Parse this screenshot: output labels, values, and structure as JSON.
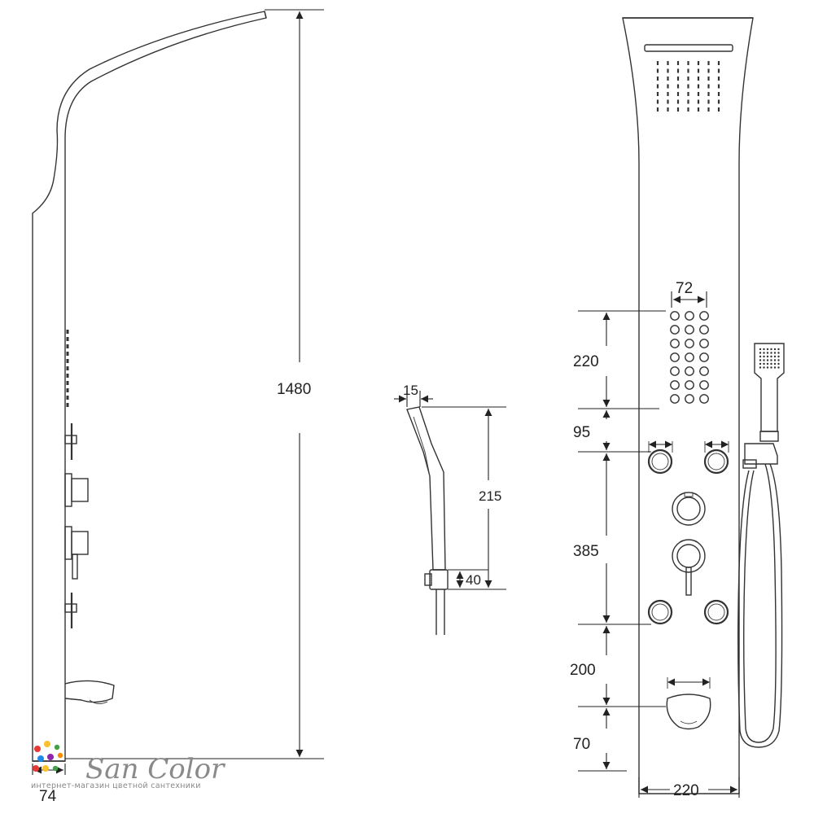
{
  "dimensions": {
    "total_height": "1480",
    "side_depth": "74",
    "handshower_width": "15",
    "handshower_length": "215",
    "holder_height": "40",
    "nozzle_block_width": "72",
    "nozzle_block_height": "220",
    "gap_to_jets": "95",
    "jets_spacing": "385",
    "spout_offset": "200",
    "spout_to_bottom": "70",
    "panel_width": "220"
  },
  "watermark": {
    "brand": "San Color",
    "tagline": "интернет-магазин цветной сантехники"
  },
  "colors": {
    "line": "#333333",
    "watermark_text": "#8a8a8a",
    "logo_dots": [
      "#e53935",
      "#fbc02d",
      "#43a047",
      "#1e88e5",
      "#8e24aa",
      "#fb8c00"
    ]
  }
}
